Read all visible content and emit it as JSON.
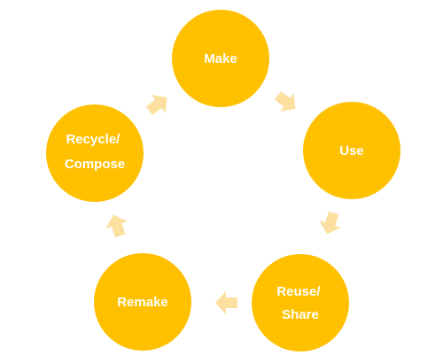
{
  "colors": {
    "node_fill": "#FFC000",
    "node_text": "#FFFFFF",
    "arrow_fill": "#FCE0A0",
    "background": "#FFFFFF"
  },
  "nodes": [
    {
      "id": "make",
      "lines": [
        "Make"
      ]
    },
    {
      "id": "use",
      "lines": [
        "Use"
      ]
    },
    {
      "id": "reuse-share",
      "lines": [
        "Reuse/",
        "Share"
      ]
    },
    {
      "id": "remake",
      "lines": [
        "Remake"
      ]
    },
    {
      "id": "recycle-compose",
      "lines": [
        "Recycle/",
        "Compose"
      ]
    }
  ],
  "arrows": [
    {
      "from": "make",
      "to": "use"
    },
    {
      "from": "use",
      "to": "reuse-share"
    },
    {
      "from": "reuse-share",
      "to": "remake"
    },
    {
      "from": "remake",
      "to": "recycle-compose"
    },
    {
      "from": "recycle-compose",
      "to": "make"
    }
  ]
}
